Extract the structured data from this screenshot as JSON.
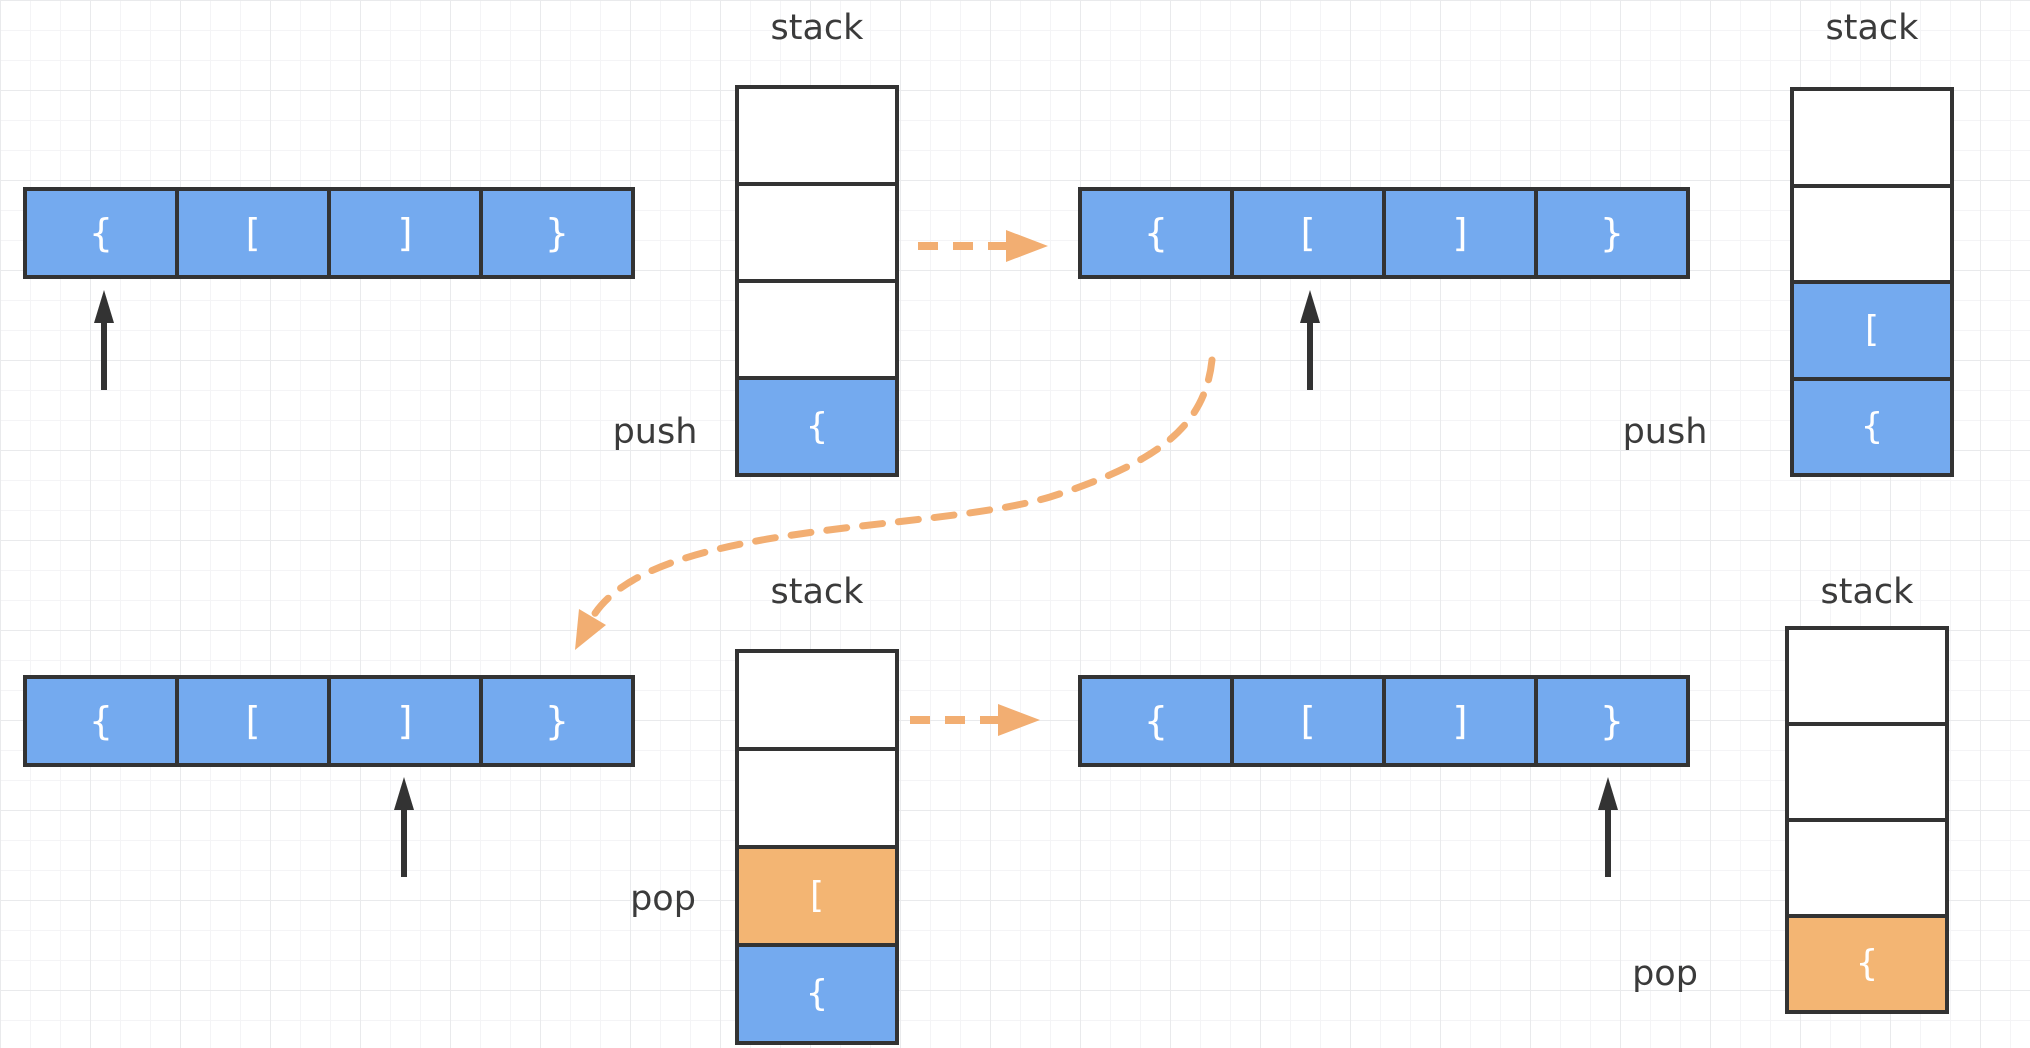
{
  "diagram": {
    "description": "stack push/pop visualization for bracket sequence { [ ] }",
    "steps": [
      "push",
      "push",
      "pop",
      "pop"
    ]
  },
  "colors": {
    "blue": "#74aaef",
    "orange": "#f3b573",
    "arrow": "#f2ae72",
    "ink": "#333333",
    "label_text": "#3b3b3b",
    "cell_text": "#ffffff",
    "grid_minor": "#f4f4f6",
    "grid_major": "#e9eaec",
    "background": "#ffffff"
  },
  "arrays": {
    "top_left": {
      "cells": [
        "{",
        "[",
        "]",
        "}"
      ],
      "pointer_index": 0
    },
    "top_right": {
      "cells": [
        "{",
        "[",
        "]",
        "}"
      ],
      "pointer_index": 1
    },
    "bottom_left": {
      "cells": [
        "{",
        "[",
        "]",
        "}"
      ],
      "pointer_index": 2
    },
    "bottom_right": {
      "cells": [
        "{",
        "[",
        "]",
        "}"
      ],
      "pointer_index": 3
    }
  },
  "stacks": {
    "top_middle": {
      "label": "stack",
      "operation": "push",
      "cells": [
        {
          "text": "",
          "fill": ""
        },
        {
          "text": "",
          "fill": ""
        },
        {
          "text": "",
          "fill": ""
        },
        {
          "text": "{",
          "fill": "blue"
        }
      ]
    },
    "top_right": {
      "label": "stack",
      "operation": "push",
      "cells": [
        {
          "text": "",
          "fill": ""
        },
        {
          "text": "",
          "fill": ""
        },
        {
          "text": "[",
          "fill": "blue"
        },
        {
          "text": "{",
          "fill": "blue"
        }
      ]
    },
    "bottom_middle": {
      "label": "stack",
      "operation": "pop",
      "cells": [
        {
          "text": "",
          "fill": ""
        },
        {
          "text": "",
          "fill": ""
        },
        {
          "text": "[",
          "fill": "orange"
        },
        {
          "text": "{",
          "fill": "blue"
        }
      ]
    },
    "bottom_right": {
      "label": "stack",
      "operation": "pop",
      "cells": [
        {
          "text": "",
          "fill": ""
        },
        {
          "text": "",
          "fill": ""
        },
        {
          "text": "",
          "fill": ""
        },
        {
          "text": "{",
          "fill": "orange"
        }
      ]
    }
  }
}
